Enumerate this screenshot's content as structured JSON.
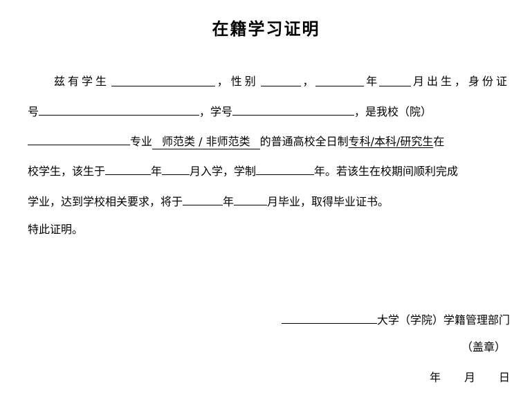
{
  "title": "在籍学习证明",
  "line1": {
    "t1": "兹有学生",
    "t2": "，性别",
    "t3": "，",
    "t4": "年",
    "t5": "月出生，身份证"
  },
  "line2": {
    "t1": "号",
    "t2": "，学号",
    "t3": "，是我校（院）"
  },
  "line3": {
    "t1": "专业",
    "t2": "师范类 / 非师范类",
    "t3": "的普通高校全日制",
    "t4": "专科/本科/研究生",
    "t5": "在"
  },
  "line4": {
    "t1": "校学生，该生于",
    "t2": "年",
    "t3": "月入学，学制",
    "t4": "年。若该生在校期间顺利完成"
  },
  "line5": {
    "t1": "学业，达到学校相关要求，将于",
    "t2": "年",
    "t3": "月毕业，取得毕业证书。"
  },
  "line6": {
    "t1": "特此证明。"
  },
  "signature": {
    "department": "大学（学院）学籍管理部门",
    "seal": "（盖章）",
    "year": "年",
    "month": "月",
    "day": "日"
  }
}
